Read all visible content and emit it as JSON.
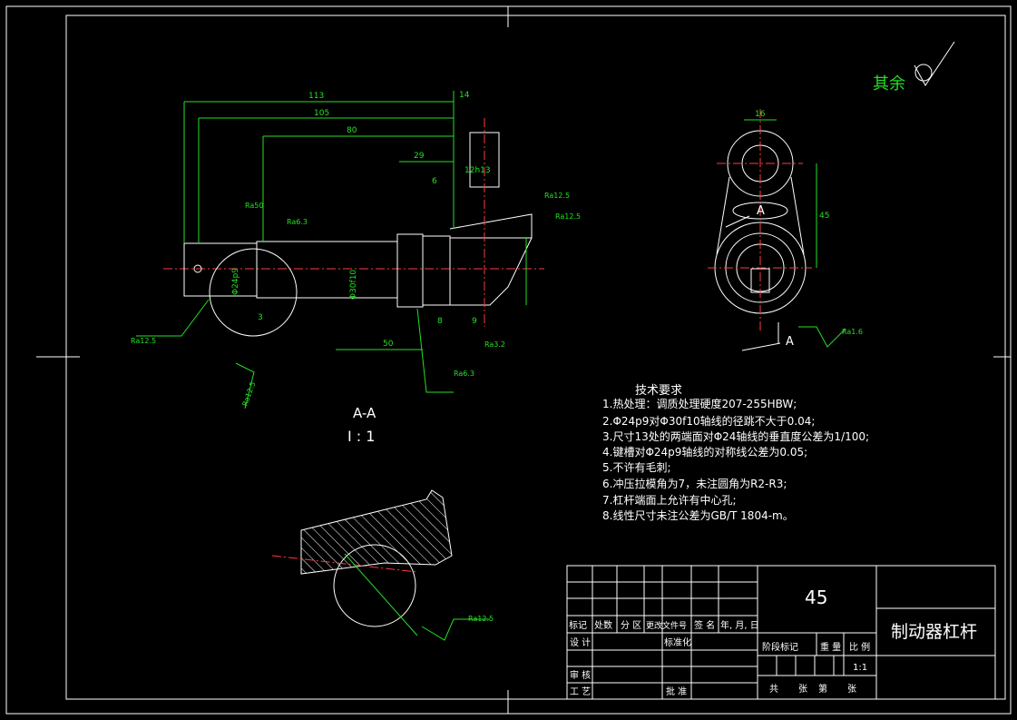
{
  "finish": {
    "label": "其余"
  },
  "section": {
    "label": "A-A",
    "scale": "I : 1"
  },
  "view_marks": {
    "a1": "A",
    "a2": "A"
  },
  "requirements": {
    "title": "技术要求",
    "items": [
      "1.热处理：调质处理硬度207-255HBW;",
      "2.Φ24p9对Φ30f10轴线的径跳不大于0.04;",
      "3.尺寸13处的两端面对Φ24轴线的垂直度公差为1/100;",
      "4.键槽对Φ24p9轴线的对称线公差为0.05;",
      "5.不许有毛刺;",
      "6.冲压拉模角为7，未注圆角为R2-R3;",
      "7.杠杆端面上允许有中心孔;",
      "8.线性尺寸未注公差为GB/T 1804-m。"
    ]
  },
  "dimensions": {
    "d1": "113",
    "d2": "105",
    "d3": "80",
    "d4": "29",
    "d5": "14",
    "d6": "12h13",
    "d7": "50",
    "d8": "16",
    "d9": "45",
    "d10": "Φ30f10",
    "d11": "Φ24p9",
    "d12": "6",
    "d13": "9",
    "d14": "8",
    "d15": "3"
  },
  "roughness": {
    "r1": "Ra12.5",
    "r2": "Ra12.5",
    "r3": "Ra12.5",
    "r4": "Ra12.5",
    "r5": "Ra1.6",
    "r6": "Ra6.3",
    "r7": "Ra50",
    "r8": "Ra6.3",
    "r9": "Ra12.5",
    "r10": "Ra3.2"
  },
  "title_block": {
    "material": "45",
    "part_name": "制动器杠杆",
    "h_mark": "标记",
    "h_count": "处数",
    "h_zone": "分 区",
    "h_doc": "更改文件号",
    "h_sign": "签 名",
    "h_date": "年, 月, 日",
    "designer": "设 计",
    "standard": "标准化",
    "stage": "阶段标记",
    "weight": "重 量",
    "scale_label": "比 例",
    "scale": "1:1",
    "review": "审 核",
    "process": "工 艺",
    "approve": "批 准",
    "total": "共",
    "sheets1": "张",
    "page": "第",
    "sheets2": "张"
  }
}
